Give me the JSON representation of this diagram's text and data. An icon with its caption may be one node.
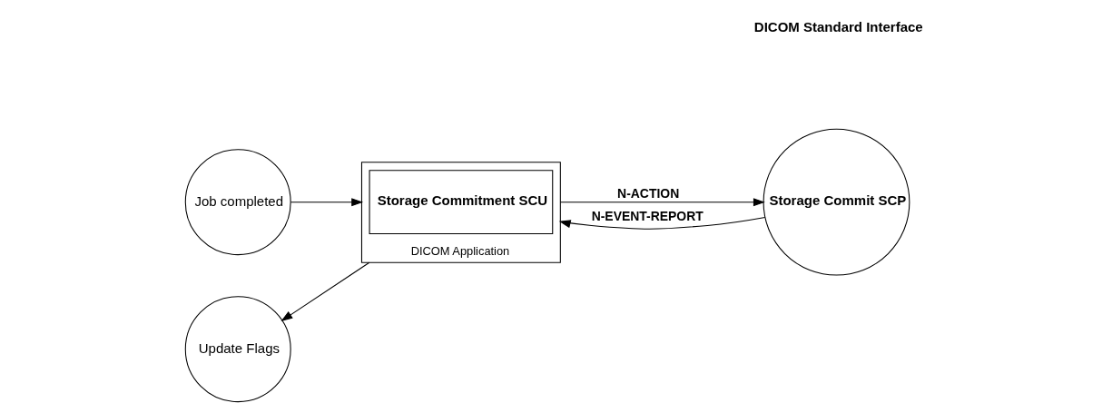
{
  "diagram": {
    "nodes": [
      {
        "text": [
          "Job completed"
        ]
      },
      {
        "text": [
          "Update Flags"
        ]
      },
      {
        "text": [
          "DICOM Application"
        ]
      },
      {
        "text": [
          "Storage Commitment SCU"
        ],
        "in": 2
      },
      {
        "text": [
          "Storage Commit SCP"
        ]
      }
    ],
    "edges": [
      {
        "from": 0,
        "to": 2,
        "arrow": "to"
      },
      {
        "from": 2,
        "to": 1,
        "arrow": "to"
      },
      {
        "from": 2,
        "to": 4,
        "arrow": "to",
        "label": "N-ACTION"
      },
      {
        "from": 4,
        "to": 2,
        "arrow": "to",
        "label": "N-EVENT-REPORT"
      }
    ],
    "labels": [
      "DICOM Standard Interface"
    ]
  }
}
